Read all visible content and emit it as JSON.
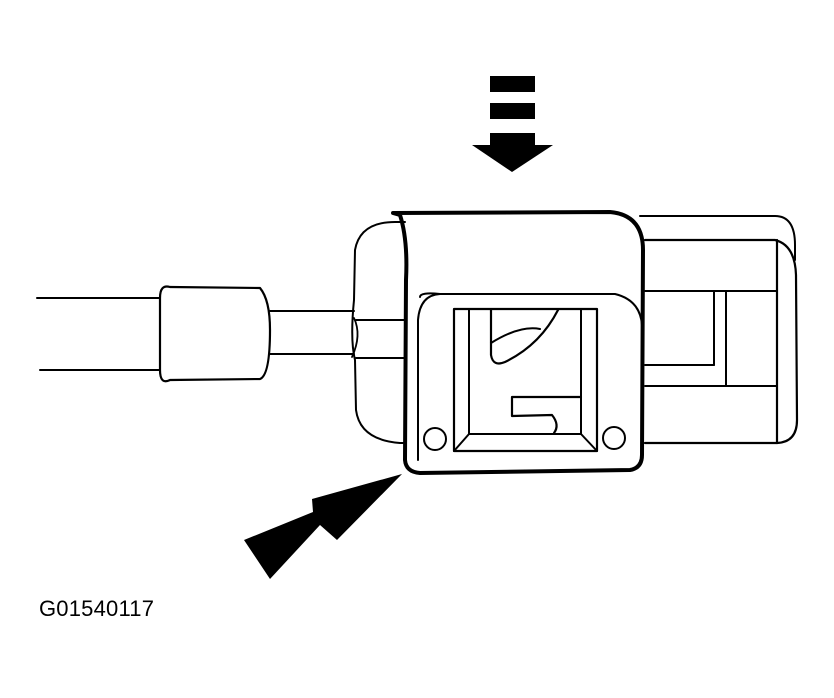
{
  "figure": {
    "id_label": "G01540117",
    "colors": {
      "line": "#000000",
      "background": "#ffffff"
    }
  },
  "elements": {
    "push_arrow_top": {
      "direction": "down",
      "style": "dashed-shaft"
    },
    "push_arrow_bottom": {
      "direction": "up-right",
      "style": "solid"
    },
    "wire_harness": {
      "count": 1
    },
    "connector_lock": {
      "holes": 2
    }
  }
}
